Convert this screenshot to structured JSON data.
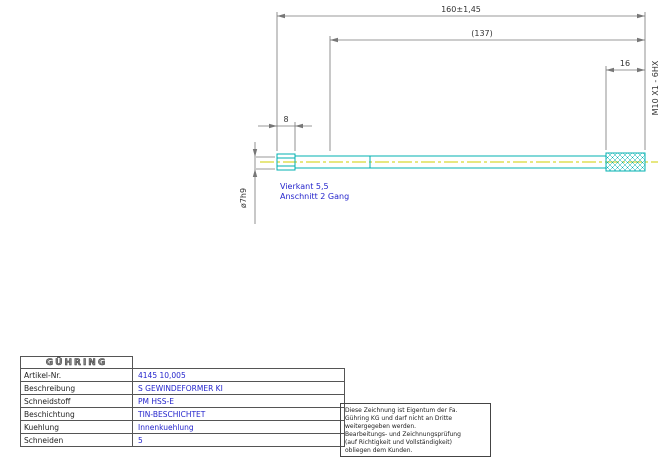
{
  "drawing": {
    "dims": {
      "overall": "160±1,45",
      "intermediate": "(137)",
      "thread_len": "16",
      "square_len": "8",
      "thread_spec": "M10  X1 - 6HX",
      "diameter": "ø7h9"
    },
    "notes": {
      "line1": "Vierkant 5,5",
      "line2": "Anschnitt 2 Gang"
    },
    "colors": {
      "part_outline": "#00b0b0",
      "centerline": "#cfcf00",
      "annotation_blue": "#2525cc",
      "dimension_gray": "#777777"
    }
  },
  "title_block": {
    "logo": "GÜHRING",
    "rows": [
      {
        "label": "Artikel-Nr.",
        "value": "4145 10,005"
      },
      {
        "label": "Beschreibung",
        "value": "S GEWINDEFORMER KI"
      },
      {
        "label": "Schneidstoff",
        "value": "PM HSS-E"
      },
      {
        "label": "Beschichtung",
        "value": "TIN-BESCHICHTET"
      },
      {
        "label": "Kuehlung",
        "value": "Innenkuehlung"
      },
      {
        "label": "Schneiden",
        "value": "5"
      }
    ]
  },
  "disclaimer": {
    "lines": [
      "Diese Zeichnung ist Eigentum der Fa.",
      "Gühring KG und darf nicht an Dritte",
      "weitergegeben werden.",
      "Bearbeitungs- und Zeichnungsprüfung",
      "(auf Richtigkeit und Vollständigkeit)",
      "obliegen dem Kunden."
    ]
  }
}
